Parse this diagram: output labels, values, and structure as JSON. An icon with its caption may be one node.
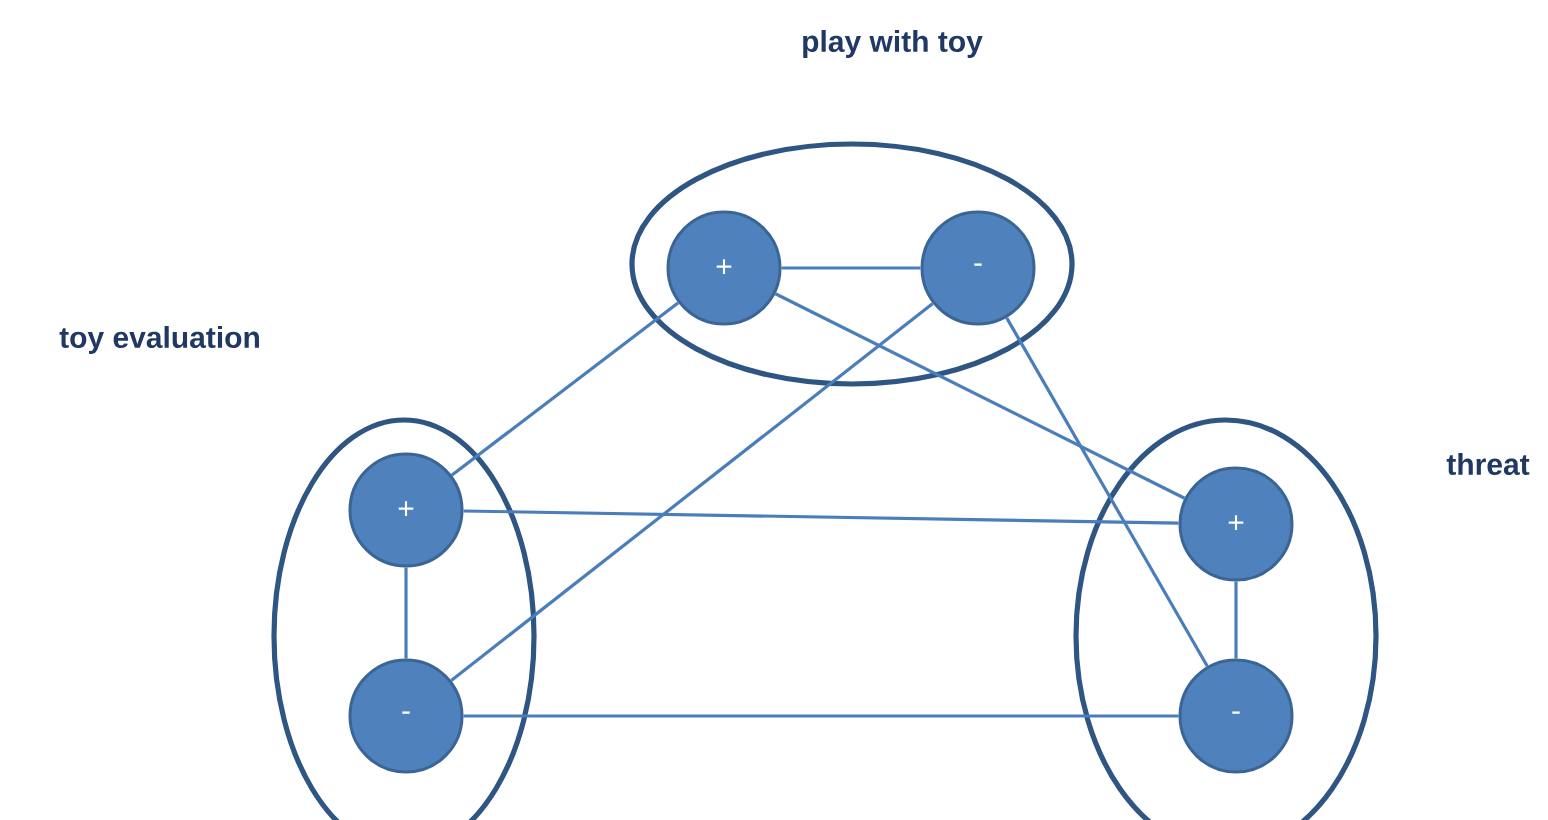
{
  "diagram": {
    "nodes": [
      {
        "text": [
          "play with toy"
        ]
      },
      {
        "text": [
          "+"
        ],
        "in": 0
      },
      {
        "text": [
          "-"
        ],
        "in": 0
      },
      {
        "text": [
          "toy evaluation"
        ]
      },
      {
        "text": [
          "+"
        ],
        "in": 3
      },
      {
        "text": [
          "-"
        ],
        "in": 3
      },
      {
        "text": [
          "threat"
        ]
      },
      {
        "text": [
          "+"
        ],
        "in": 6
      },
      {
        "text": [
          "-"
        ],
        "in": 6
      }
    ],
    "edges": [
      {
        "from": 1,
        "to": 2,
        "arrow": "none"
      },
      {
        "from": 1,
        "to": 4,
        "arrow": "none"
      },
      {
        "from": 1,
        "to": 7,
        "arrow": "none"
      },
      {
        "from": 2,
        "to": 5,
        "arrow": "none"
      },
      {
        "from": 2,
        "to": 8,
        "arrow": "none"
      },
      {
        "from": 4,
        "to": 7,
        "arrow": "none"
      },
      {
        "from": 4,
        "to": 5,
        "arrow": "none"
      },
      {
        "from": 5,
        "to": 8,
        "arrow": "none"
      },
      {
        "from": 7,
        "to": 8,
        "arrow": "none"
      }
    ]
  }
}
